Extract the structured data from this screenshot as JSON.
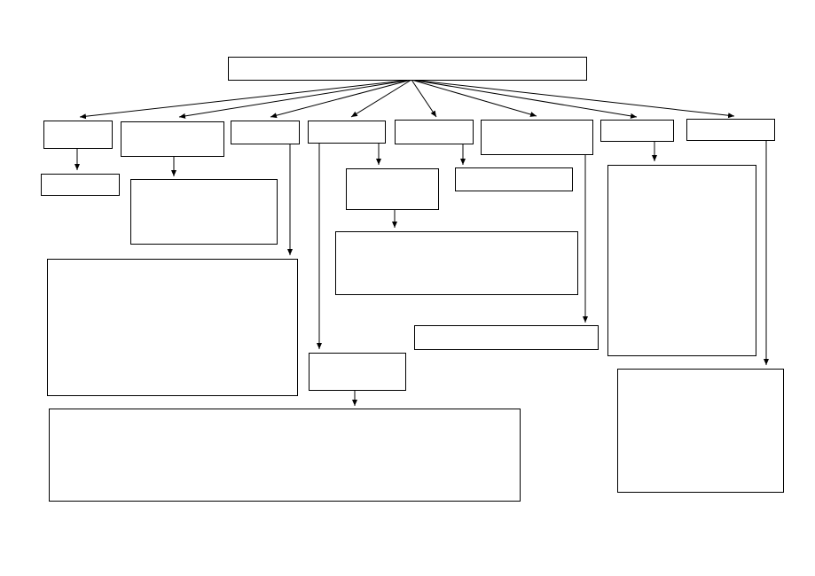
{
  "diagram": {
    "type": "flowchart",
    "stroke_color": "#000000",
    "background_color": "#ffffff",
    "arrow_icon": "arrowhead-icon",
    "nodes": [
      {
        "id": "root",
        "label": ""
      },
      {
        "id": "l1-a",
        "label": ""
      },
      {
        "id": "l1-b",
        "label": ""
      },
      {
        "id": "l1-c",
        "label": ""
      },
      {
        "id": "l1-d",
        "label": ""
      },
      {
        "id": "l1-e",
        "label": ""
      },
      {
        "id": "l1-f",
        "label": ""
      },
      {
        "id": "l1-g",
        "label": ""
      },
      {
        "id": "l1-h",
        "label": ""
      },
      {
        "id": "a-child",
        "label": ""
      },
      {
        "id": "b-child",
        "label": ""
      },
      {
        "id": "c-child",
        "label": ""
      },
      {
        "id": "e-child",
        "label": ""
      },
      {
        "id": "e-grandchild",
        "label": ""
      },
      {
        "id": "e2-child",
        "label": ""
      },
      {
        "id": "f-child",
        "label": ""
      },
      {
        "id": "g-child",
        "label": ""
      },
      {
        "id": "h-child",
        "label": ""
      },
      {
        "id": "d-child",
        "label": ""
      },
      {
        "id": "d-grandchild",
        "label": ""
      }
    ],
    "edges": [
      {
        "from": "root",
        "to": "l1-a"
      },
      {
        "from": "root",
        "to": "l1-b"
      },
      {
        "from": "root",
        "to": "l1-c"
      },
      {
        "from": "root",
        "to": "l1-d"
      },
      {
        "from": "root",
        "to": "l1-e"
      },
      {
        "from": "root",
        "to": "l1-f"
      },
      {
        "from": "root",
        "to": "l1-g"
      },
      {
        "from": "root",
        "to": "l1-h"
      },
      {
        "from": "l1-a",
        "to": "a-child"
      },
      {
        "from": "l1-b",
        "to": "b-child"
      },
      {
        "from": "l1-c",
        "to": "c-child"
      },
      {
        "from": "l1-e",
        "to": "e-child"
      },
      {
        "from": "e-child",
        "to": "e-grandchild"
      },
      {
        "from": "l1-e",
        "to": "e2-child"
      },
      {
        "from": "l1-f",
        "to": "f-child"
      },
      {
        "from": "l1-g",
        "to": "g-child"
      },
      {
        "from": "l1-h",
        "to": "h-child"
      },
      {
        "from": "l1-d",
        "to": "d-child"
      },
      {
        "from": "d-child",
        "to": "d-grandchild"
      }
    ]
  }
}
